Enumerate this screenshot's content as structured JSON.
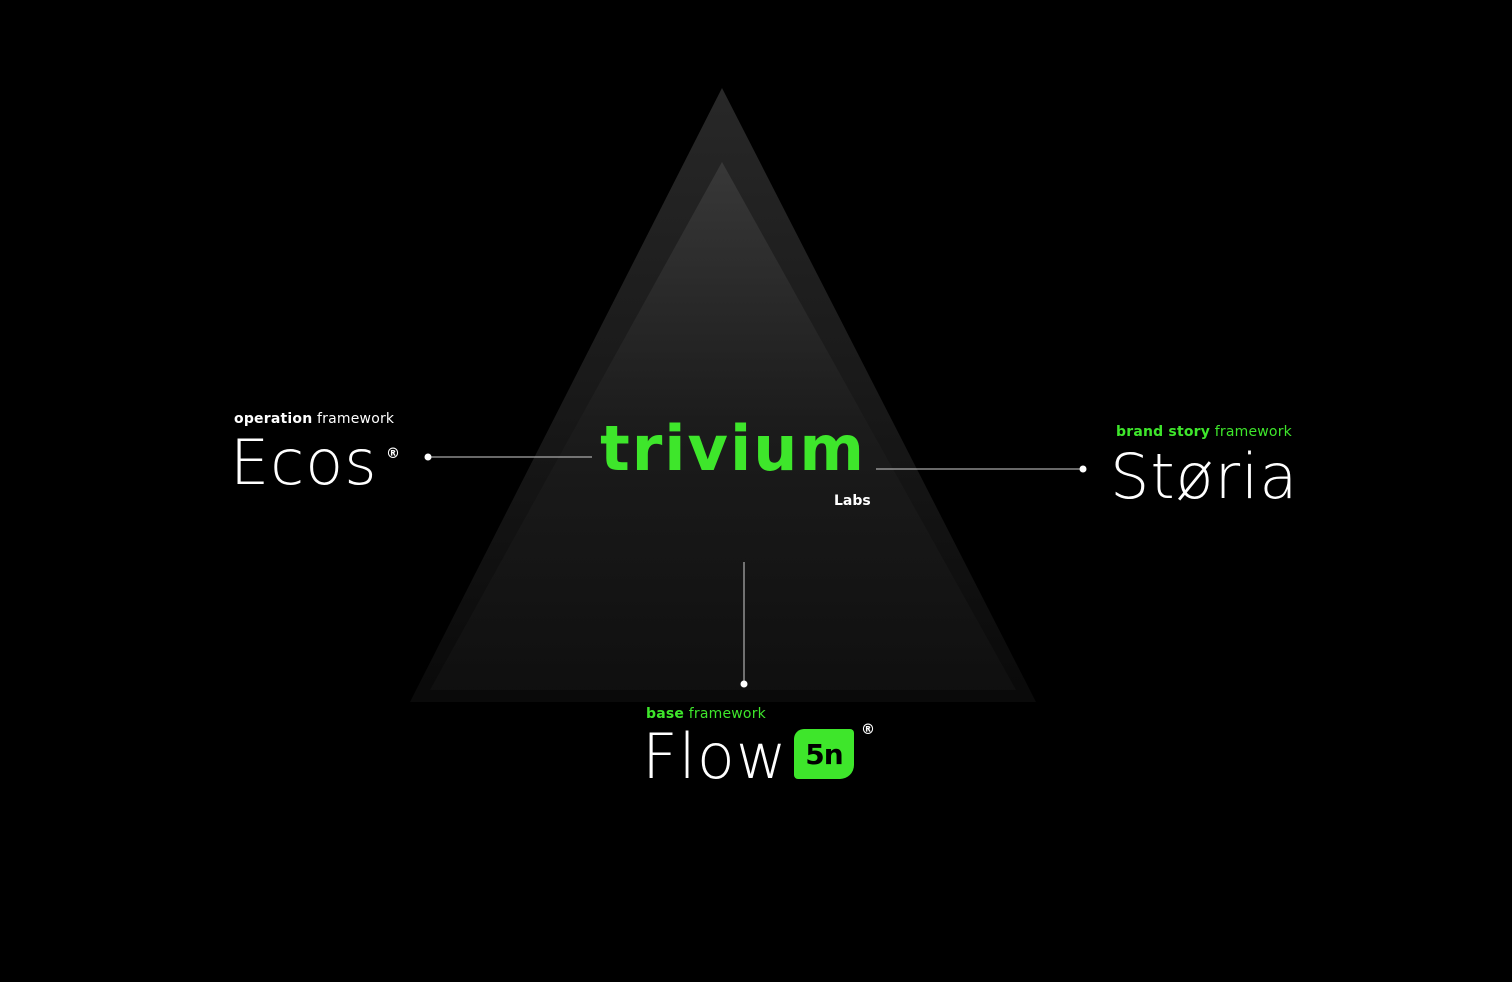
{
  "center": {
    "name": "trivium",
    "sub": "Labs"
  },
  "left": {
    "tag_bold": "operation",
    "tag_light": "framework",
    "name": "Ecos",
    "mark": "®"
  },
  "right": {
    "tag_bold": "brand story",
    "tag_light": "framework",
    "name": "Støria"
  },
  "bottom": {
    "tag_bold": "base",
    "tag_light": "framework",
    "name": "Flow",
    "badge": "5n",
    "mark": "®"
  },
  "colors": {
    "accent": "#3ee62b",
    "background": "#000000",
    "text": "#ffffff"
  }
}
